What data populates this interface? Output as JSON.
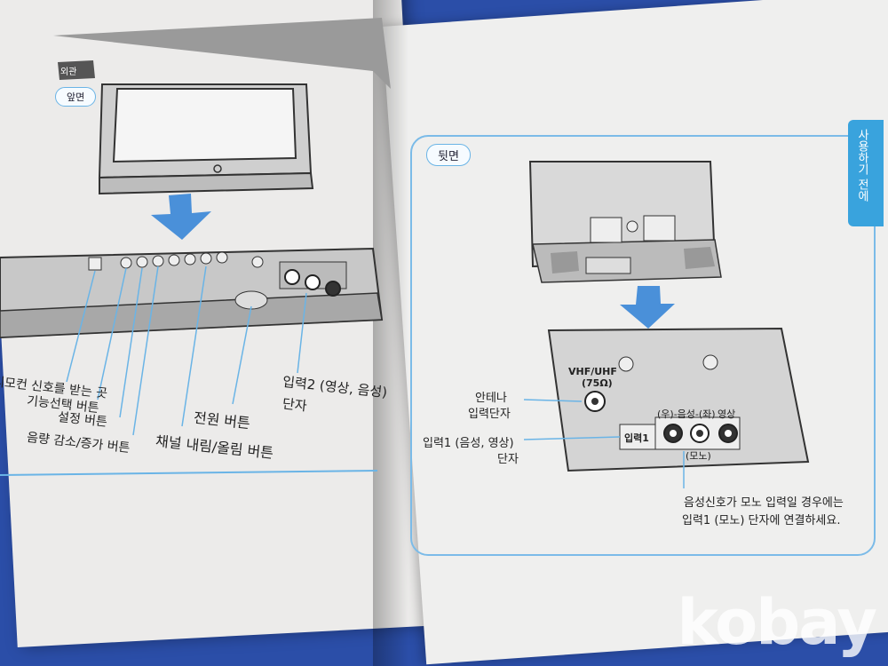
{
  "left_page": {
    "section_label": "외관",
    "front_label": "앞면",
    "callouts": {
      "remote_sensor": "리모컨 신호를 받는 곳",
      "function_select": "기능선택 버튼",
      "setting": "설정 버튼",
      "volume": "음량 감소/증가 버튼",
      "channel": "채널 내림/올림 버튼",
      "power": "전원 버튼",
      "input2_line1": "입력2 (영상, 음성)",
      "input2_line2": "단자"
    }
  },
  "right_page": {
    "back_label": "뒷면",
    "side_tab": "사용하기 전에",
    "panel": {
      "vhf": "VHF/UHF",
      "ohm": "(75Ω)",
      "input1_box": "입력1",
      "audio_header": "(우)-음성-(좌)",
      "video_header": "영상",
      "mono": "(모노)"
    },
    "callouts": {
      "antenna_line1": "안테나",
      "antenna_line2": "입력단자",
      "input1_line1": "입력1 (음성, 영상)",
      "input1_line2": "단자",
      "note_line1": "음성신호가 모노 입력일 경우에는",
      "note_line2": "입력1 (모노) 단자에 연결하세요."
    }
  },
  "watermark": "kobay",
  "colors": {
    "background": "#2b4ea8",
    "accent": "#6ab4e6",
    "arrow": "#4a90d9",
    "tab": "#39a3dd"
  }
}
